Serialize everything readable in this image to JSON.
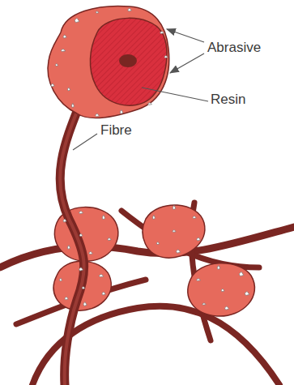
{
  "diagram": {
    "labels": [
      "Abrasive",
      "Resin",
      "Fibre"
    ]
  }
}
